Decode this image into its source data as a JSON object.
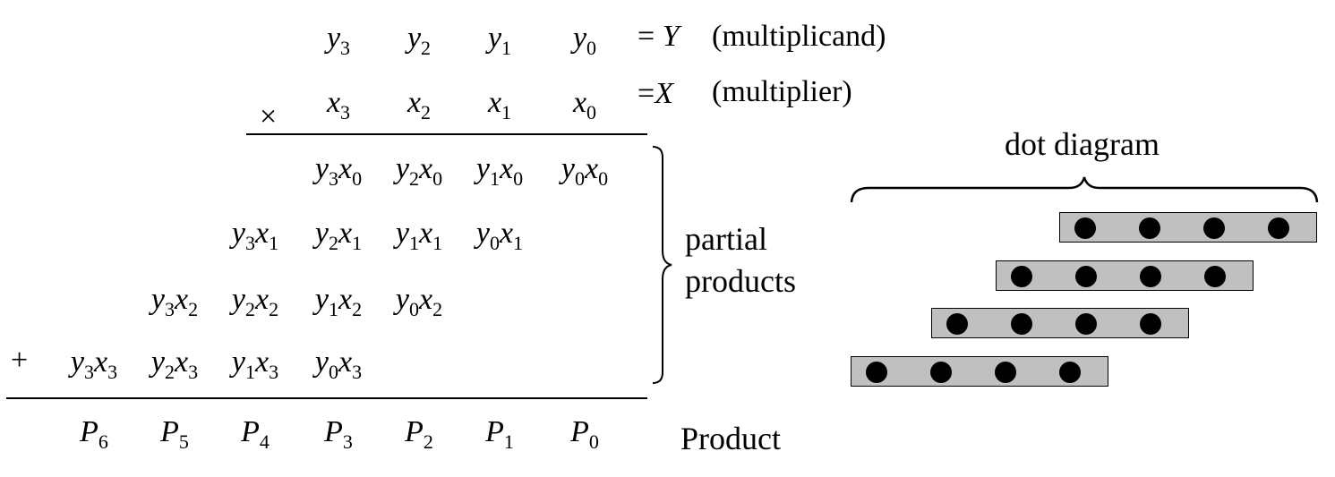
{
  "y_terms": [
    {
      "base": "y",
      "sub": "3"
    },
    {
      "base": "y",
      "sub": "2"
    },
    {
      "base": "y",
      "sub": "1"
    },
    {
      "base": "y",
      "sub": "0"
    }
  ],
  "x_terms": [
    {
      "base": "x",
      "sub": "3"
    },
    {
      "base": "x",
      "sub": "2"
    },
    {
      "base": "x",
      "sub": "1"
    },
    {
      "base": "x",
      "sub": "0"
    }
  ],
  "multiplicand_equals": "= ",
  "multiplicand_symbol": "Y",
  "multiplicand_label": "(multiplicand)",
  "multiplier_equals": "=",
  "multiplier_symbol": "X",
  "multiplier_label": "(multiplier)",
  "times_sign": "×",
  "plus_sign": "+",
  "partial_products": [
    [
      {
        "y": "3",
        "x": "0"
      },
      {
        "y": "2",
        "x": "0"
      },
      {
        "y": "1",
        "x": "0"
      },
      {
        "y": "0",
        "x": "0"
      }
    ],
    [
      {
        "y": "3",
        "x": "1"
      },
      {
        "y": "2",
        "x": "1"
      },
      {
        "y": "1",
        "x": "1"
      },
      {
        "y": "0",
        "x": "1"
      }
    ],
    [
      {
        "y": "3",
        "x": "2"
      },
      {
        "y": "2",
        "x": "2"
      },
      {
        "y": "1",
        "x": "2"
      },
      {
        "y": "0",
        "x": "2"
      }
    ],
    [
      {
        "y": "3",
        "x": "3"
      },
      {
        "y": "2",
        "x": "3"
      },
      {
        "y": "1",
        "x": "3"
      },
      {
        "y": "0",
        "x": "3"
      }
    ]
  ],
  "partial_products_label_line1": "partial",
  "partial_products_label_line2": "products",
  "product_terms": [
    {
      "base": "P",
      "sub": "6"
    },
    {
      "base": "P",
      "sub": "5"
    },
    {
      "base": "P",
      "sub": "4"
    },
    {
      "base": "P",
      "sub": "3"
    },
    {
      "base": "P",
      "sub": "2"
    },
    {
      "base": "P",
      "sub": "1"
    },
    {
      "base": "P",
      "sub": "0"
    }
  ],
  "product_label": "Product",
  "dot_diagram_label": "dot diagram",
  "dot_rows": [
    4,
    4,
    4,
    4
  ],
  "colors": {
    "dot_bar_fill": "#c0c0c0",
    "ink": "#000000"
  }
}
